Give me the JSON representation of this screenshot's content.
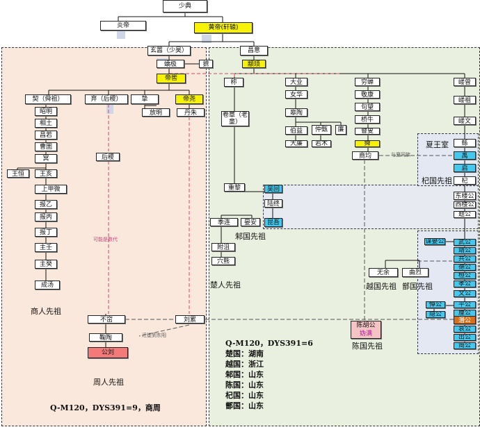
{
  "nodes": {
    "shaodian": "少典",
    "yandi": "炎帝",
    "huangdi": "黄帝(轩辕)",
    "xuanxiao": "玄嚣（少昊）",
    "changyi": "昌意",
    "qiaoji": "蟜极",
    "zhuanxu": "颛顼",
    "zhe": "摭",
    "digu": "帝喾",
    "xie": "契（舜祖）",
    "qi_houji": "弃（后稷）",
    "zhi": "挚",
    "diyao": "帝尧",
    "zhaoming": "昭明",
    "xiangtu": "相土",
    "changruo": "昌若",
    "caoyu": "曹圉",
    "ming": "冥",
    "wanghai": "王亥",
    "wangheng": "王恒",
    "shangjiawei": "上甲微",
    "baoyi": "报乙",
    "baobing": "报丙",
    "baoding": "报丁",
    "zhuren": "主壬",
    "zhugui": "主癸",
    "chengtang": "成汤",
    "fangming": "放明",
    "danzhu": "丹朱",
    "houji": "后稷",
    "buku": "不窋",
    "liu": "刘累",
    "qiongguo": "鞠陶",
    "gongliu": "公刘",
    "cheng": "称",
    "laotong": "卷章（老童）",
    "zhongli": "重黎",
    "wuhui": "吴回",
    "luzhong": "陆终",
    "kunwu": "昆吾",
    "jilian": "季连",
    "yanan": "晏安",
    "fuju": "附沮",
    "xuexiong": "穴熊",
    "dave": "大业",
    "nvhua": "女华",
    "gaoyao": "皋陶",
    "boyi": "伯益",
    "zhongzhen": "仲甄",
    "lian": "廉",
    "dalian": "大廉",
    "ruomu": "若木",
    "qiongchan": "穷蝉",
    "jingkang": "敬康",
    "juwang": "句望",
    "qiaoniu": "桥牛",
    "gusou": "瞽叟",
    "shun": "舜",
    "shangjun": "商均",
    "wuyu": "无余",
    "quyi": "曲烈",
    "chenhugong": "陈胡公",
    "chenhugong2": "妫满",
    "gun_gu": "嵝曾",
    "gun_zu": "嵝祖",
    "gunwen": "嵝文",
    "gun": "鲧",
    "yu": "禹",
    "qi": "启",
    "xia": "杞",
    "dongloug": "东楼公",
    "xigong": "西楼公",
    "tiqi": "题公",
    "moqi": "谋娶公",
    "wugong": "武公",
    "jinggong": "靖公",
    "gonggong": "共公",
    "degong": "德公",
    "huangong": "桓公",
    "xiaogong": "孝公",
    "wengong": "文公",
    "pinggong": "平公",
    "daogong": "悼公",
    "yingong": "隐公",
    "ligong": "厘公",
    "mingong": "湣公",
    "aigong": "哀公",
    "chugong": "出公",
    "jiangong": "简公"
  },
  "labels": {
    "shang_ancestor": "商人先祖",
    "zhou_ancestor": "周人先祖",
    "chu_ancestor": "楚人先祖",
    "zhu_ancestor": "邾国先祖",
    "yue_ancestor": "越国先祖",
    "zeng_ancestor": "鄫国先祖",
    "chen_ancestor": "陈国先祖",
    "qi_ancestor": "杞国先祖",
    "xia_room": "夏王室",
    "note_left": "可能是数代",
    "note_move": "迁徙到东阳",
    "note_xia": "与夏同族"
  },
  "info_left": "Q-M120，DYS391=9，商周",
  "info_right": {
    "header": "Q-M120，DYS391=6",
    "lines": [
      "楚国：湖南",
      "越国：浙江",
      "邾国：山东",
      "陈国：山东",
      "杞国：山东",
      "鄫国：山东"
    ]
  }
}
